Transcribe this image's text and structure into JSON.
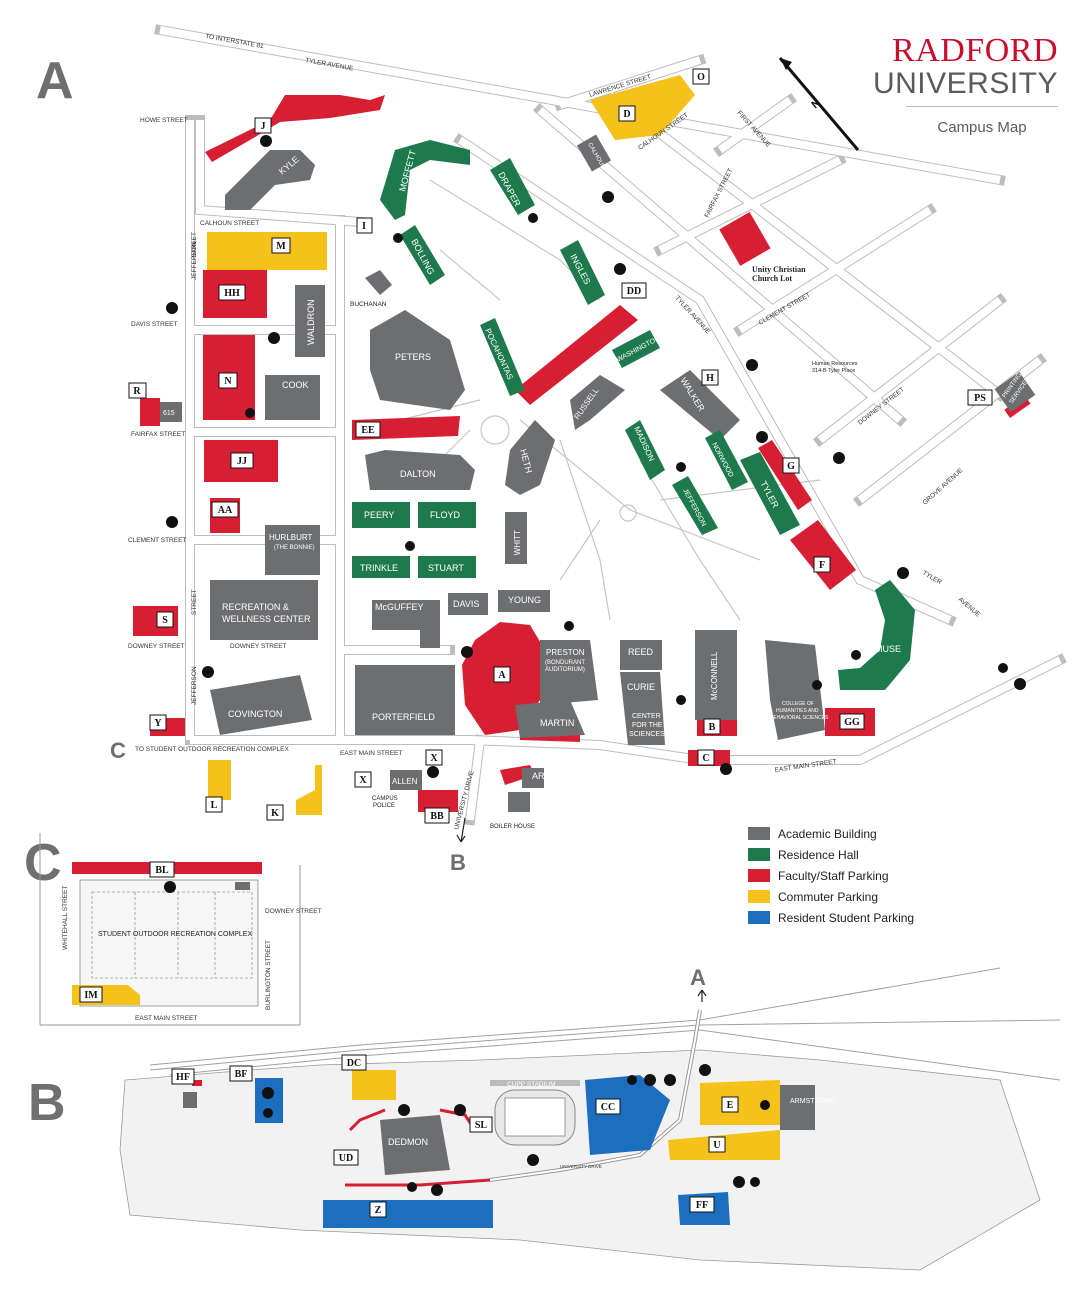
{
  "brand": {
    "line1": "RADFORD",
    "line2": "UNIVERSITY",
    "subtitle": "Campus Map"
  },
  "sections": {
    "a": "A",
    "b": "B",
    "c": "C"
  },
  "pointers": {
    "to_b": "B",
    "to_a": "A",
    "to_c": "C"
  },
  "north_label": "N",
  "legend": [
    {
      "label": "Academic Building",
      "color": "#6d6e70"
    },
    {
      "label": "Residence Hall",
      "color": "#1e7a4c"
    },
    {
      "label": "Faculty/Staff Parking",
      "color": "#d71f34"
    },
    {
      "label": "Commuter Parking",
      "color": "#f4c21b"
    },
    {
      "label": "Resident Student Parking",
      "color": "#1c6fbf"
    }
  ],
  "streets": {
    "to_interstate": "TO INTERSTATE 81",
    "tyler_avenue_n": "TYLER AVENUE",
    "howe": "HOWE STREET",
    "calhoun": "CALHOUN STREET",
    "jefferson_1": "JEFFERSON",
    "jefferson_2": "STREET",
    "jefferson_3": "JEFFERSON",
    "jefferson_4": "STREET",
    "davis": "DAVIS STREET",
    "fairfax": "FAIRFAX STREET",
    "clement": "CLEMENT STREET",
    "downey": "DOWNEY STREET",
    "downey2": "DOWNEY STREET",
    "to_outdoor": "TO STUDENT OUTDOOR RECREATION COMPLEX",
    "east_main": "EAST MAIN STREET",
    "east_main_e": "EAST MAIN STREET",
    "university_drive": "UNIVERSITY DRIVE",
    "lawrence": "LAWRENCE STREET",
    "calhoun_ne": "CALHOUN STREET",
    "first_avenue": "FIRST AVENUE",
    "fairfax_ne": "FAIRFAX STREET",
    "tyler_avenue_c": "TYLER AVENUE",
    "clement_ne": "CLEMENT STREET",
    "downey_ne": "DOWNEY STREET",
    "grove_avenue": "GROVE AVENUE",
    "tyler_avenue_se1": "TYLER",
    "tyler_avenue_se2": "AVENUE",
    "whitehall": "WHITEHALL STREET",
    "burlington": "BURLINGTON STREET",
    "downey_c": "DOWNEY STREET",
    "east_main_c": "EAST MAIN STREET",
    "university_drive_b": "UNIVERSITY DRIVE"
  },
  "buildings": {
    "kyle": "KYLE",
    "moffett": "MOFFETT",
    "draper": "DRAPER",
    "bolling": "BOLLING",
    "ingles": "INGLES",
    "calhoun": "CALHOUN",
    "buchanan": "BUCHANAN",
    "waldron": "WALDRON",
    "peters": "PETERS",
    "pocahontas": "POCAHONTAS",
    "washington": "WASHINGTON",
    "cook": "COOK",
    "building615": "615",
    "russell": "RUSSELL",
    "walker": "WALKER",
    "dalton": "DALTON",
    "heth": "HETH",
    "madison": "MADISON",
    "norwood": "NORWOOD",
    "tyler": "TYLER",
    "jefferson": "JEFFERSON",
    "peery": "PEERY",
    "floyd": "FLOYD",
    "hurlburt": "HURLBURT",
    "hurlburt_sub": "(THE BONNIE)",
    "whitt": "WHITT",
    "trinkle": "TRINKLE",
    "stuart": "STUART",
    "recreation_1": "RECREATION &",
    "recreation_2": "WELLNESS CENTER",
    "mcguffey": "McGUFFEY",
    "davis": "DAVIS",
    "young": "YOUNG",
    "preston": "PRESTON",
    "preston_sub1": "(BONDURANT",
    "preston_sub2": "AUDITORIUM)",
    "reed": "REED",
    "curie": "CURIE",
    "mcconnell": "McCONNELL",
    "muse": "MUSE",
    "covington": "COVINGTON",
    "porterfield": "PORTERFIELD",
    "martin": "MARTIN",
    "cfs_1": "CENTER",
    "cfs_2": "FOR THE",
    "cfs_3": "SCIENCES",
    "chbs_1": "COLLEGE OF",
    "chbs_2": "HUMANITIES AND",
    "chbs_3": "BEHAVIORAL SCIENCES",
    "allen": "ALLEN",
    "campus_police_1": "CAMPUS",
    "campus_police_2": "POLICE",
    "art_annex": "ART ANNEX",
    "boiler_house": "BOILER HOUSE",
    "printing_1": "PRINTING",
    "printing_2": "SERVICES",
    "dedmon": "DEDMON",
    "armstrong": "ARMSTRONG",
    "cupp_stadium": "CUPP STADIUM",
    "outdoor_complex": "STUDENT OUTDOOR RECREATION COMPLEX"
  },
  "notes": {
    "unity_1": "Unity Christian",
    "unity_2": "Church Lot",
    "hr_1": "Human Resources",
    "hr_2": "314-B Tyler Place"
  },
  "lots": {
    "J": "J",
    "I": "I",
    "M": "M",
    "HH": "HH",
    "N": "N",
    "R": "R",
    "EE": "EE",
    "JJ": "JJ",
    "AA": "AA",
    "S": "S",
    "Y": "Y",
    "L": "L",
    "K": "K",
    "X1": "X",
    "X2": "X",
    "BB": "BB",
    "A": "A",
    "B": "B",
    "C": "C",
    "GG": "GG",
    "F": "F",
    "G": "G",
    "H": "H",
    "DD": "DD",
    "D": "D",
    "O": "O",
    "PS": "PS",
    "BL": "BL",
    "IM": "IM",
    "HF": "HF",
    "BF": "BF",
    "DC": "DC",
    "UD": "UD",
    "SL": "SL",
    "CC": "CC",
    "E": "E",
    "U": "U",
    "FF": "FF",
    "Z": "Z"
  },
  "colors": {
    "academic": "#6d6e70",
    "residence": "#1e7a4c",
    "faculty": "#d71f34",
    "commuter": "#f4c21b",
    "resident_parking": "#1c6fbf",
    "brand_red": "#c8102e"
  }
}
